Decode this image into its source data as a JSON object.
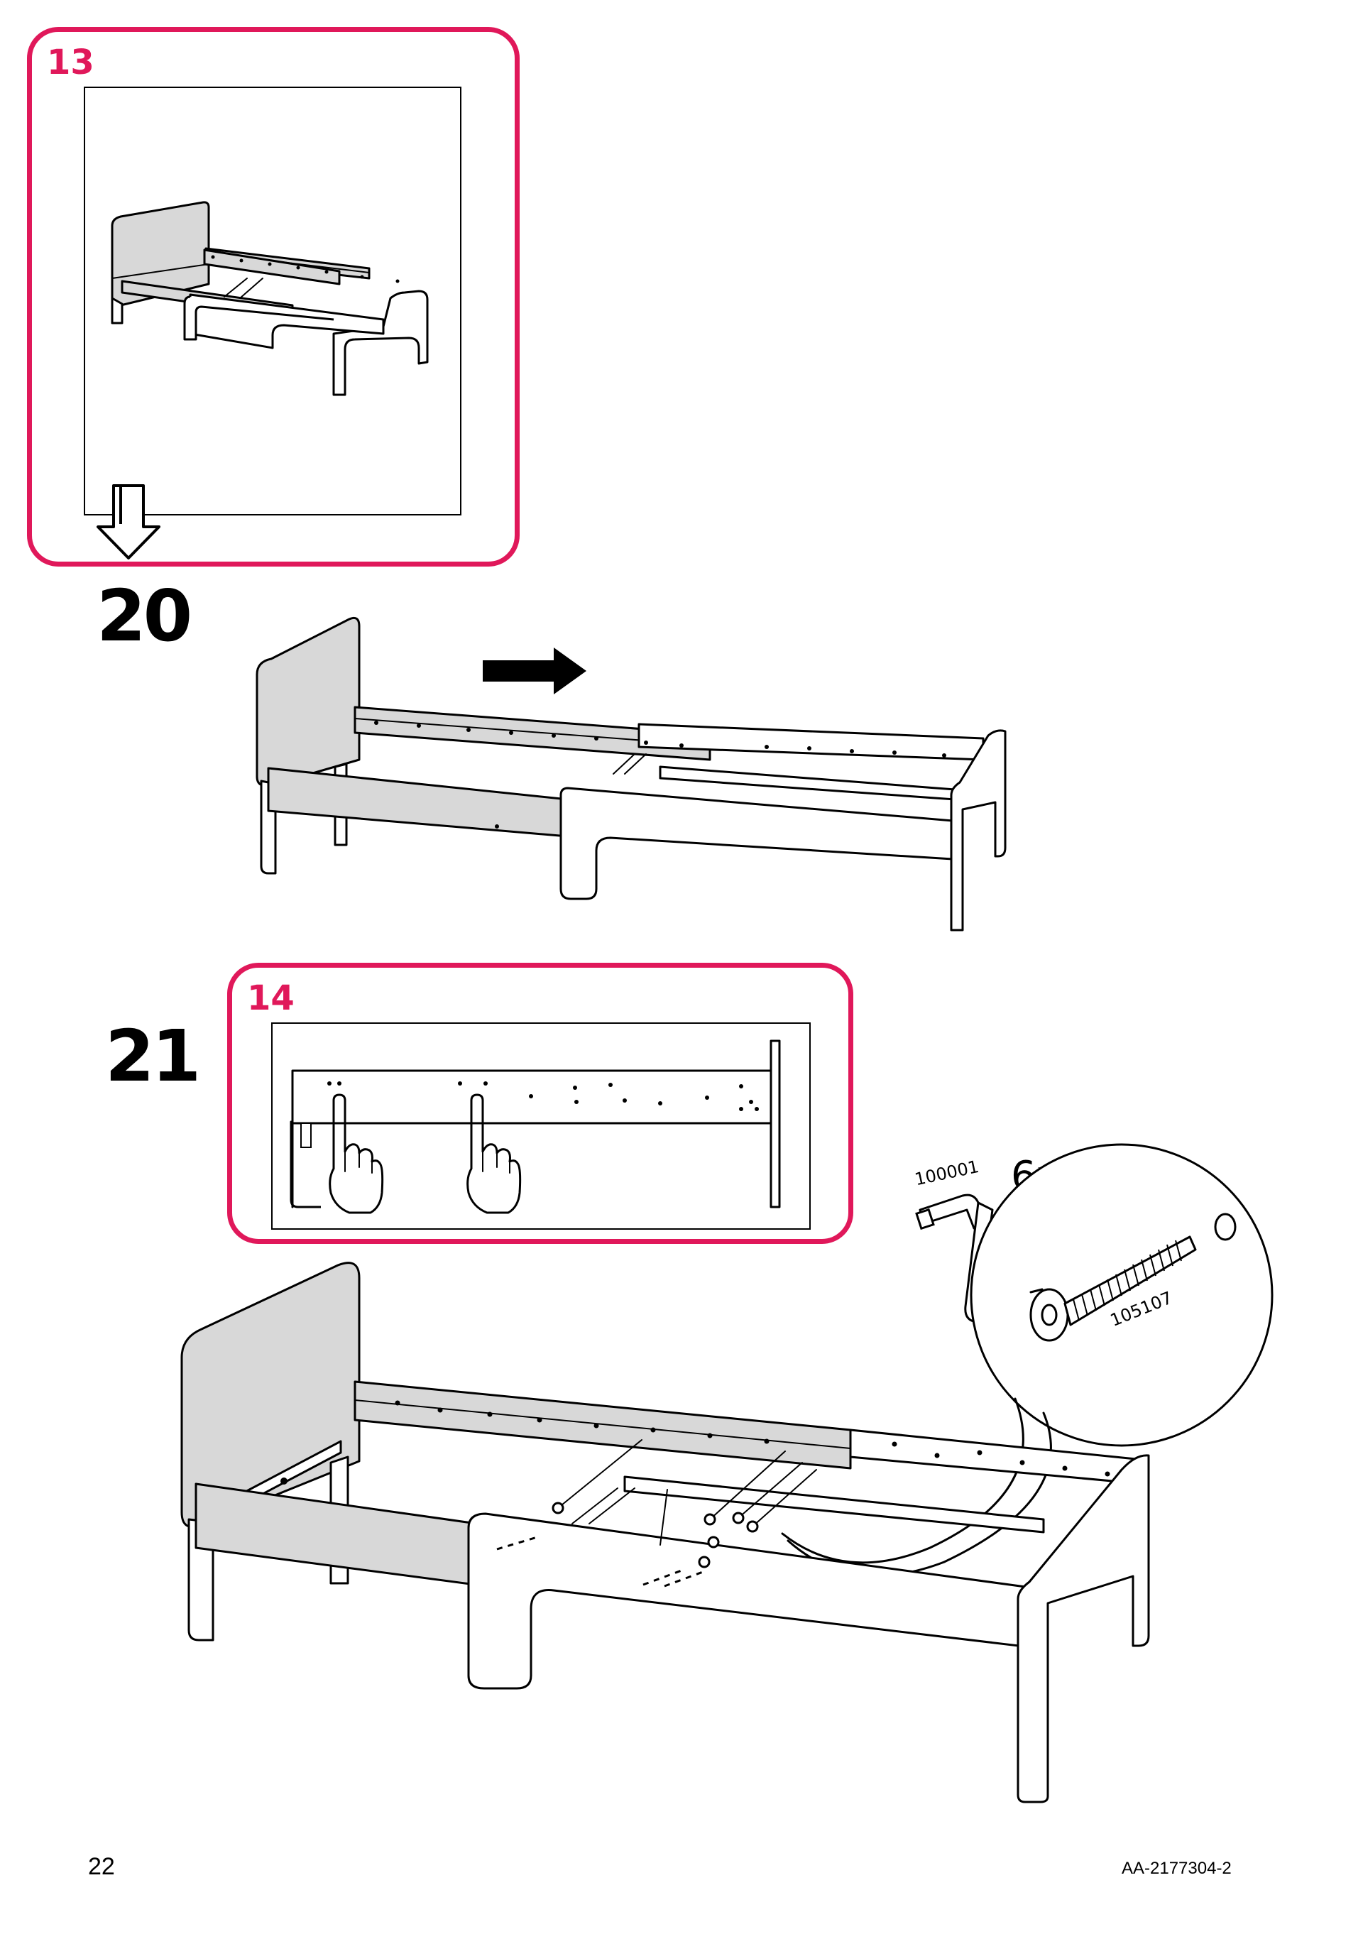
{
  "callout_13": {
    "label": "13"
  },
  "callout_14": {
    "label": "14"
  },
  "step_20": {
    "label": "20"
  },
  "step_21": {
    "label": "21"
  },
  "parts": {
    "quantity": "6x",
    "allen_key_code": "100001",
    "bolt_code": "105107"
  },
  "footer": {
    "page_number": "22",
    "document_code": "AA-2177304-2"
  },
  "colors": {
    "callout_border": "#e0185a",
    "panel_grey": "#d8d8d8",
    "line": "#000000"
  },
  "icons": [
    "downward-arrow-icon",
    "right-arrow-icon",
    "pointing-hand-icon",
    "allen-key-icon",
    "bolt-icon"
  ]
}
